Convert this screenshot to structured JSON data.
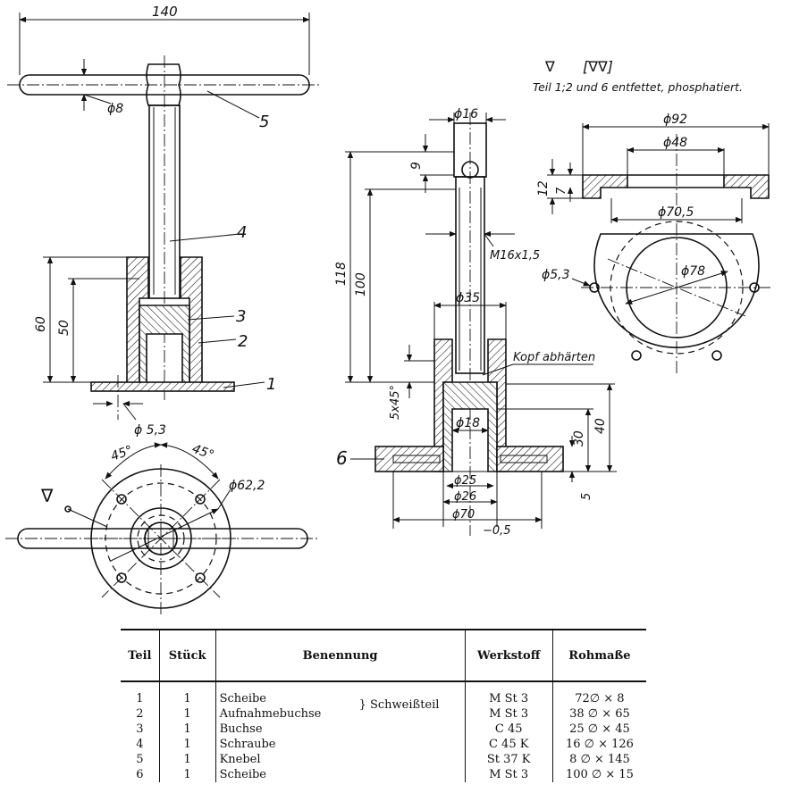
{
  "labels": {
    "d140": "140",
    "d8": "ϕ8",
    "p5": "5",
    "p4": "4",
    "p3": "3",
    "p2": "2",
    "p1": "1",
    "d60": "60",
    "d50": "50",
    "d53_left": "ϕ 5,3",
    "a45_left": "45°",
    "a45_right": "45°",
    "d62_2": "ϕ62,2",
    "d16": "ϕ16",
    "d9": "9",
    "d118": "118",
    "d100": "100",
    "m16": "M16x1,5",
    "d35": "ϕ35",
    "kopf": "Kopf abhärten",
    "ch5x45": "5x45°",
    "d18": "ϕ18",
    "p6": "6",
    "d30": "30",
    "d40": "40",
    "d5": "5",
    "d25": "ϕ25",
    "d26": "ϕ26",
    "d70": "ϕ70",
    "m05": "−0,5",
    "d92": "ϕ92",
    "d48": "ϕ48",
    "d12": "12",
    "d7": "7",
    "d70_5": "ϕ70,5",
    "d53_right": "ϕ5,3",
    "d78": "ϕ78",
    "surf1": "∇",
    "surf2": "[∇∇]",
    "note": "Teil 1;2 und 6 entfettet, phosphatiert."
  },
  "table": {
    "headers": [
      "Teil",
      "Stück",
      "Benennung",
      "Werkstoff",
      "Rohmaße"
    ],
    "group_label": "Schweißteil",
    "rows": [
      {
        "teil": "1",
        "stueck": "1",
        "name": "Scheibe",
        "werkstoff": "M St 3",
        "rohmass": "72∅ × 8"
      },
      {
        "teil": "2",
        "stueck": "1",
        "name": "Aufnahmebuchse",
        "werkstoff": "M St 3",
        "rohmass": "38 ∅ × 65"
      },
      {
        "teil": "3",
        "stueck": "1",
        "name": "Buchse",
        "werkstoff": "C 45",
        "rohmass": "25 ∅ × 45"
      },
      {
        "teil": "4",
        "stueck": "1",
        "name": "Schraube",
        "werkstoff": "C 45 K",
        "rohmass": "16 ∅ × 126"
      },
      {
        "teil": "5",
        "stueck": "1",
        "name": "Knebel",
        "werkstoff": "St 37 K",
        "rohmass": "8 ∅ × 145"
      },
      {
        "teil": "6",
        "stueck": "1",
        "name": "Scheibe",
        "werkstoff": "M St 3",
        "rohmass": "100 ∅ × 15"
      }
    ]
  }
}
